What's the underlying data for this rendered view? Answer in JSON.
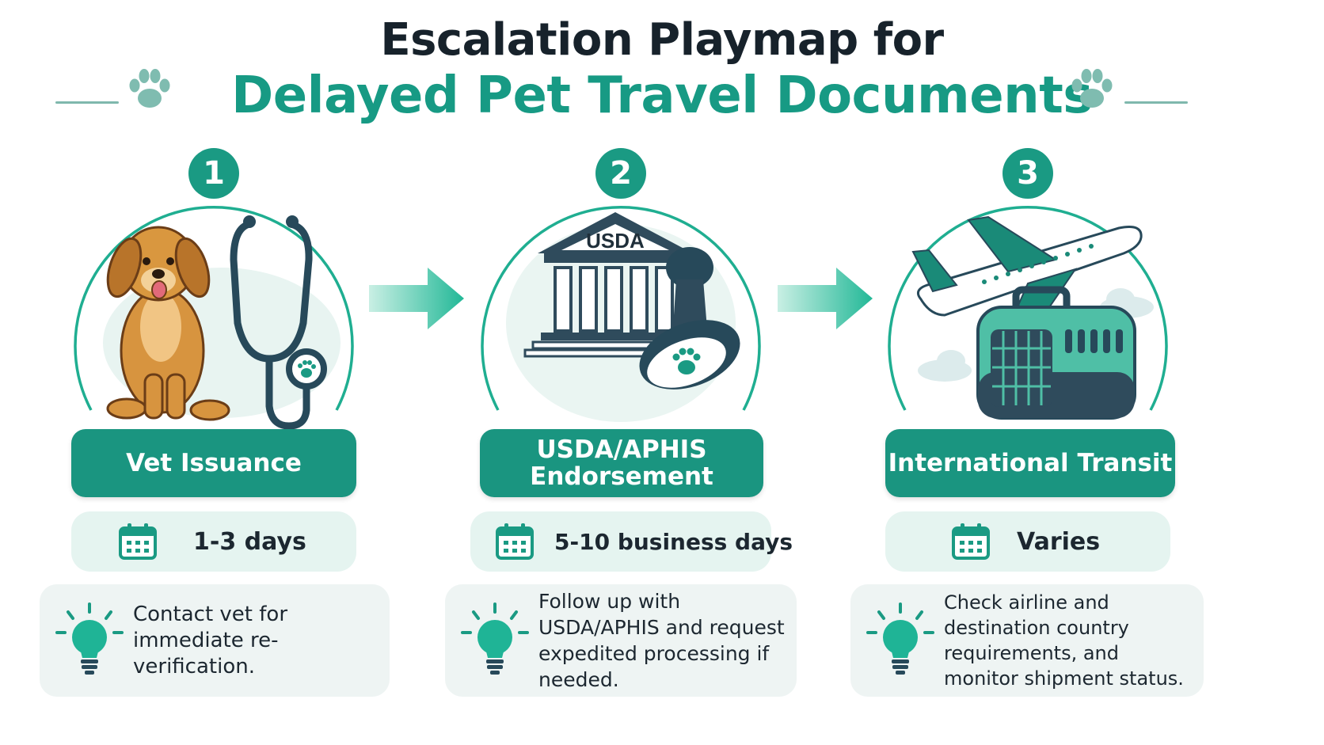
{
  "header": {
    "title_line1": "Escalation Playmap for",
    "title_line2": "Delayed Pet Travel Documents"
  },
  "colors": {
    "accent": "#1a9a83",
    "banner": "#1a9580",
    "pill_bg": "#e5f4f0",
    "card_bg": "#eef4f3",
    "title_dark": "#17222b"
  },
  "steps": [
    {
      "number": "1",
      "title": "Vet Issuance",
      "duration": "1-3 days",
      "tip": "Contact vet for immediate re-verification.",
      "icons": [
        "dog-icon",
        "stethoscope-icon"
      ]
    },
    {
      "number": "2",
      "title": "USDA/APHIS Endorsement",
      "duration": "5-10 business days",
      "tip": "Follow up with USDA/APHIS and request expedited processing if needed.",
      "building_label": "USDA",
      "icons": [
        "government-building-icon",
        "rubber-stamp-icon"
      ]
    },
    {
      "number": "3",
      "title": "International Transit",
      "duration": "Varies",
      "tip": "Check airline and destination country requirements, and monitor shipment status.",
      "icons": [
        "airplane-icon",
        "pet-carrier-icon"
      ]
    }
  ]
}
